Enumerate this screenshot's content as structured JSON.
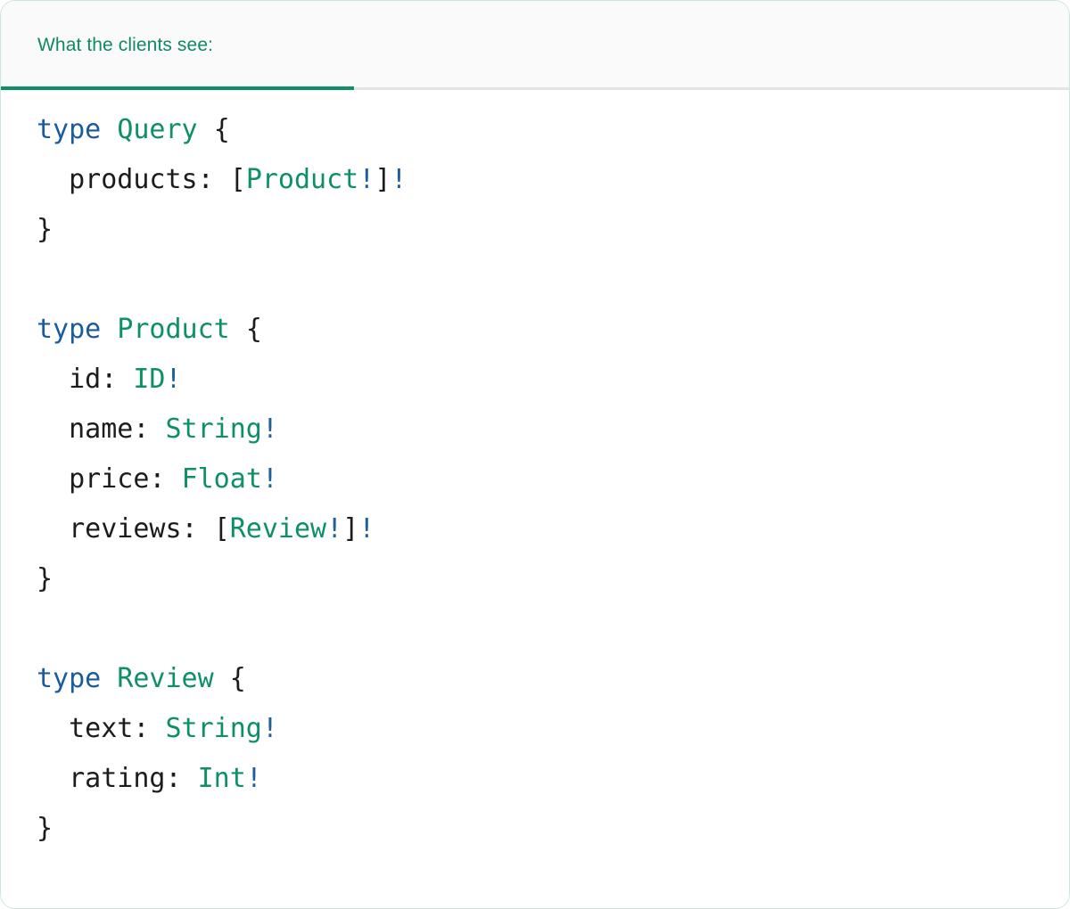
{
  "card": {
    "accent_color": "#0d9068",
    "border_color": "#cfe5da",
    "header_background": "#fafafa",
    "body_background": "#ffffff"
  },
  "header": {
    "active_tab_label": "What the clients see:",
    "indicator_color": "#0d9068",
    "divider_color": "#e4e4e6"
  },
  "syntax_colors": {
    "keyword": "#1a5b9e",
    "type_name": "#0d9068",
    "field_name": "#1c1c1c",
    "punctuation": "#1c1c1c",
    "non_null": "#205f9e"
  },
  "code": {
    "language": "graphql",
    "raw": "type Query {\n  products: [Product!]!\n}\n\ntype Product {\n  id: ID!\n  name: String!\n  price: Float!\n  reviews: [Review!]!\n}\n\ntype Review {\n  text: String!\n  rating: Int!\n}",
    "lines": [
      {
        "tokens": [
          {
            "t": "type",
            "c": "kw"
          },
          {
            "t": " ",
            "c": "plain"
          },
          {
            "t": "Query",
            "c": "type"
          },
          {
            "t": " ",
            "c": "plain"
          },
          {
            "t": "{",
            "c": "punc"
          }
        ]
      },
      {
        "tokens": [
          {
            "t": "  products:",
            "c": "field"
          },
          {
            "t": " ",
            "c": "plain"
          },
          {
            "t": "[",
            "c": "punc"
          },
          {
            "t": "Product",
            "c": "type"
          },
          {
            "t": "!",
            "c": "bang"
          },
          {
            "t": "]",
            "c": "punc"
          },
          {
            "t": "!",
            "c": "bang"
          }
        ]
      },
      {
        "tokens": [
          {
            "t": "}",
            "c": "punc"
          }
        ]
      },
      {
        "tokens": []
      },
      {
        "tokens": [
          {
            "t": "type",
            "c": "kw"
          },
          {
            "t": " ",
            "c": "plain"
          },
          {
            "t": "Product",
            "c": "type"
          },
          {
            "t": " ",
            "c": "plain"
          },
          {
            "t": "{",
            "c": "punc"
          }
        ]
      },
      {
        "tokens": [
          {
            "t": "  id:",
            "c": "field"
          },
          {
            "t": " ",
            "c": "plain"
          },
          {
            "t": "ID",
            "c": "type"
          },
          {
            "t": "!",
            "c": "bang"
          }
        ]
      },
      {
        "tokens": [
          {
            "t": "  name:",
            "c": "field"
          },
          {
            "t": " ",
            "c": "plain"
          },
          {
            "t": "String",
            "c": "type"
          },
          {
            "t": "!",
            "c": "bang"
          }
        ]
      },
      {
        "tokens": [
          {
            "t": "  price:",
            "c": "field"
          },
          {
            "t": " ",
            "c": "plain"
          },
          {
            "t": "Float",
            "c": "type"
          },
          {
            "t": "!",
            "c": "bang"
          }
        ]
      },
      {
        "tokens": [
          {
            "t": "  reviews:",
            "c": "field"
          },
          {
            "t": " ",
            "c": "plain"
          },
          {
            "t": "[",
            "c": "punc"
          },
          {
            "t": "Review",
            "c": "type"
          },
          {
            "t": "!",
            "c": "bang"
          },
          {
            "t": "]",
            "c": "punc"
          },
          {
            "t": "!",
            "c": "bang"
          }
        ]
      },
      {
        "tokens": [
          {
            "t": "}",
            "c": "punc"
          }
        ]
      },
      {
        "tokens": []
      },
      {
        "tokens": [
          {
            "t": "type",
            "c": "kw"
          },
          {
            "t": " ",
            "c": "plain"
          },
          {
            "t": "Review",
            "c": "type"
          },
          {
            "t": " ",
            "c": "plain"
          },
          {
            "t": "{",
            "c": "punc"
          }
        ]
      },
      {
        "tokens": [
          {
            "t": "  text:",
            "c": "field"
          },
          {
            "t": " ",
            "c": "plain"
          },
          {
            "t": "String",
            "c": "type"
          },
          {
            "t": "!",
            "c": "bang"
          }
        ]
      },
      {
        "tokens": [
          {
            "t": "  rating:",
            "c": "field"
          },
          {
            "t": " ",
            "c": "plain"
          },
          {
            "t": "Int",
            "c": "type"
          },
          {
            "t": "!",
            "c": "bang"
          }
        ]
      },
      {
        "tokens": [
          {
            "t": "}",
            "c": "punc"
          }
        ]
      }
    ]
  }
}
